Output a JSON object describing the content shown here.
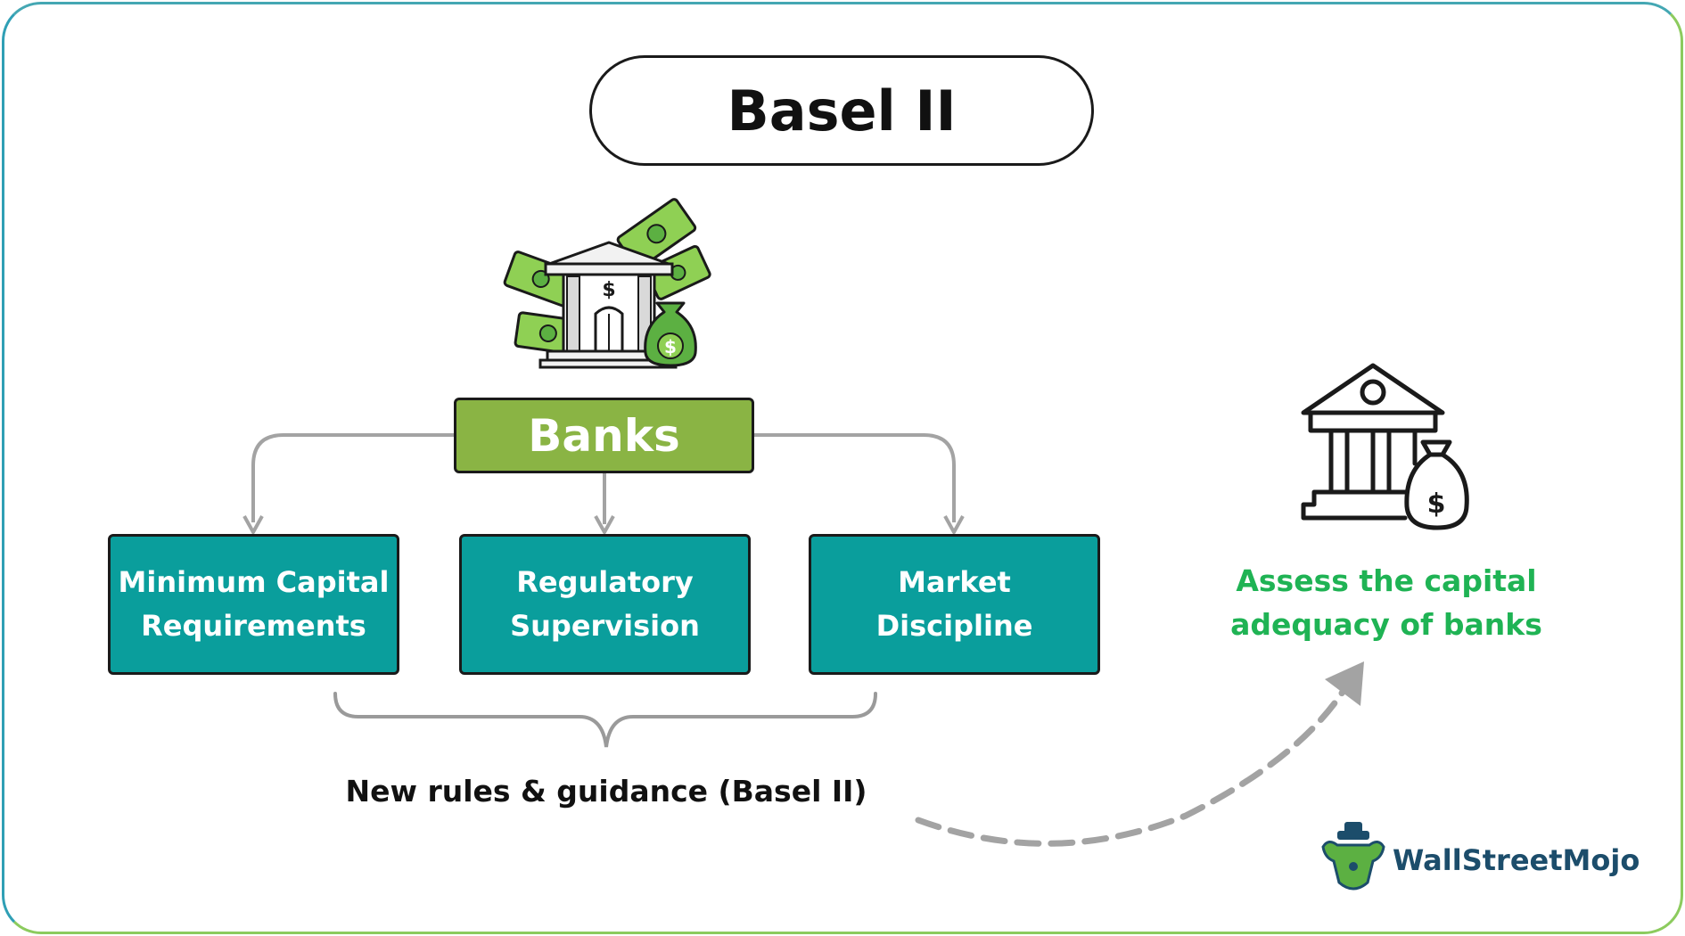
{
  "title": "Basel II",
  "center_node": {
    "label": "Banks"
  },
  "pillars": [
    {
      "line1": "Minimum Capital",
      "line2": "Requirements"
    },
    {
      "line1": "Regulatory",
      "line2": "Supervision"
    },
    {
      "line1": "Market",
      "line2": "Discipline"
    }
  ],
  "brace_caption": "New rules & guidance (Basel II)",
  "outcome": {
    "line1": "Assess the capital",
    "line2": "adequacy of banks"
  },
  "brand": {
    "name": "WallStreetMojo"
  },
  "icons": {
    "banks": "bank-with-money-icon",
    "outcome": "bank-with-money-bag-icon",
    "logo": "wallstreetmojo-bull-logo-icon"
  },
  "colors": {
    "banks_fill": "#8ab444",
    "pillar_fill": "#0a9e9c",
    "outcome_text": "#1fb354",
    "connector": "#a3a3a3",
    "brand_text": "#1c4d6b"
  }
}
